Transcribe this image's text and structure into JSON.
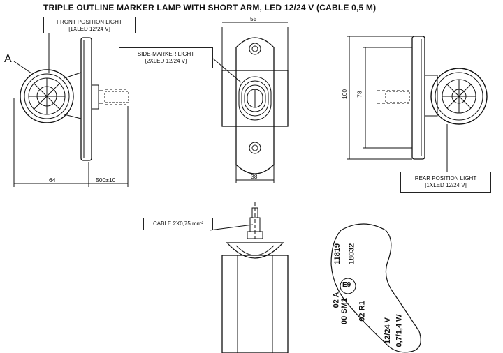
{
  "title": "TRIPLE OUTLINE MARKER LAMP WITH SHORT ARM, LED 12/24 V (CABLE 0,5 M)",
  "callouts": {
    "front": {
      "line1": "FRONT POSITION LIGHT",
      "line2": "[1XLED 12/24 V]"
    },
    "side": {
      "line1": "SIDE-MARKER LIGHT",
      "line2": "[2XLED 12/24 V]"
    },
    "rear": {
      "line1": "REAR POSITION LIGHT",
      "line2": "[1XLED 12/24 V]"
    },
    "cable": {
      "line1": "CABLE 2X0,75 mm²"
    }
  },
  "label_a": "A",
  "dimensions": {
    "width_55": "55",
    "width_38": "38",
    "length_64": "64",
    "cable_500": "500±10",
    "height_100": "100",
    "height_78": "78"
  },
  "marking": {
    "col1": "02 A",
    "col1b": "00 SM1",
    "col2": "02 R1",
    "e_mark": "E9",
    "num1": "11819",
    "num2": "18032",
    "volt": "12/24 V",
    "watt": "0,7/1,4 W"
  }
}
